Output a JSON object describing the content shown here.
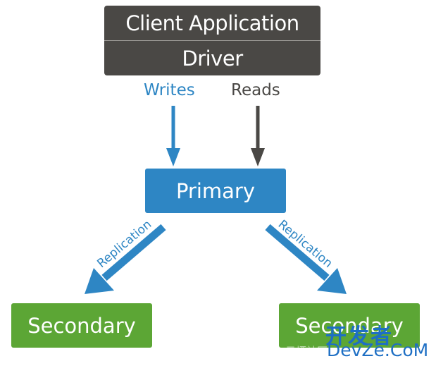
{
  "diagram": {
    "client": {
      "title": "Client Application",
      "driver": "Driver"
    },
    "edges": {
      "writes": {
        "label": "Writes",
        "color": "#2e86c4"
      },
      "reads": {
        "label": "Reads",
        "color": "#4a4845"
      },
      "replication_left": {
        "label": "Replication",
        "color": "#2e86c4"
      },
      "replication_right": {
        "label": "Replication",
        "color": "#2e86c4"
      }
    },
    "primary": {
      "label": "Primary",
      "color": "#2e86c4"
    },
    "secondaries": [
      {
        "label": "Secondary",
        "color": "#5ca635"
      },
      {
        "label": "Secondary",
        "color": "#5ca635"
      }
    ]
  },
  "watermark": {
    "chinese": "开发者",
    "domain": "DevZe.CoM",
    "faint": "云栖社区"
  }
}
